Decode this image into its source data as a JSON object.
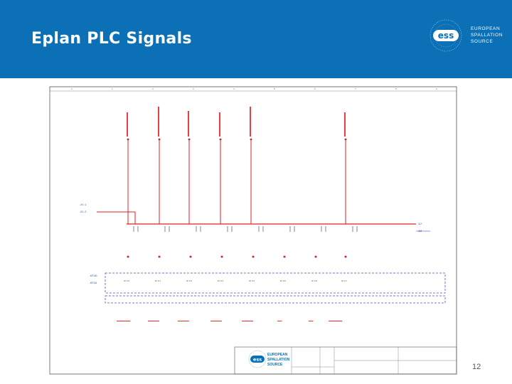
{
  "slide": {
    "title": "Eplan PLC Signals",
    "page_number": "12"
  },
  "logo": {
    "line1": "EUROPEAN",
    "line2": "SPALLATION",
    "line3": "SOURCE",
    "mark": "ess"
  },
  "titleblock_logo": {
    "line1": "EUROPEAN",
    "line2": "SPALLATION",
    "line3": "SOURCE",
    "mark": "ess"
  },
  "colors": {
    "header": "#0b70b5",
    "wire": "#e02020",
    "dash": "#6b3fc9",
    "grid": "#8a8a8a"
  }
}
